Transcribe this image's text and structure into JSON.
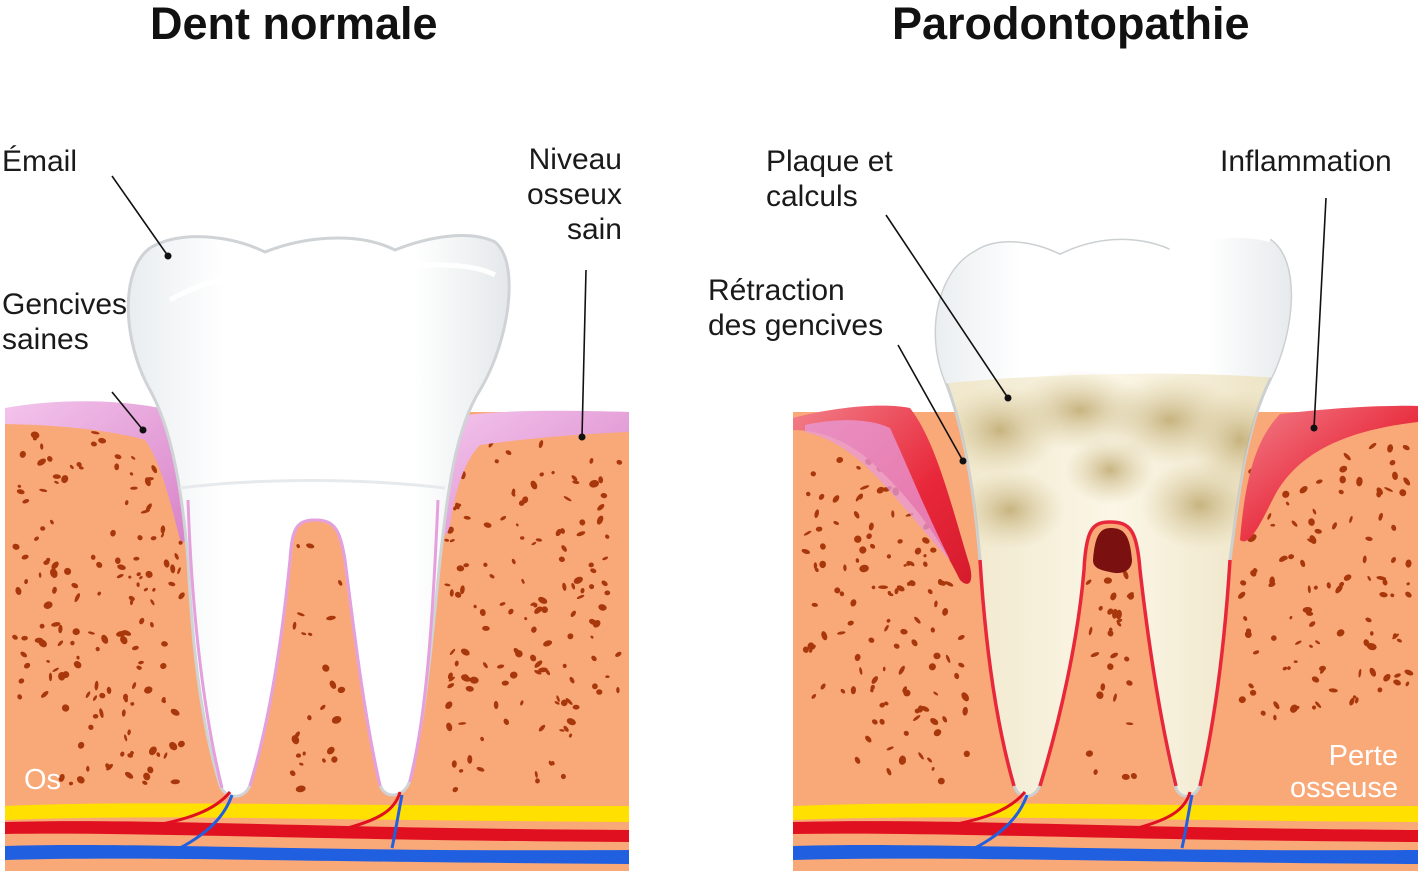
{
  "titles": {
    "left": "Dent normale",
    "right": "Parodontopathie"
  },
  "left_panel": {
    "email": "Émail",
    "gencives": [
      "Gencives",
      "saines"
    ],
    "niveau": [
      "Niveau",
      "osseux",
      "sain"
    ],
    "os": "Os"
  },
  "right_panel": {
    "plaque": [
      "Plaque et",
      "calculs"
    ],
    "inflammation": "Inflammation",
    "retraction": [
      "Rétraction",
      "des gencives"
    ],
    "perte": [
      "Perte",
      "osseuse"
    ]
  },
  "colors": {
    "bone": "#f9a878",
    "bone_pores": "#a8380c",
    "healthy_gum": "#e79ad8",
    "inflamed_gum": "#e8283a",
    "enamel": "#ffffff",
    "tooth_outline": "#cfd3d6",
    "plaque": "#cfbf8e",
    "nerve": "#ffe000",
    "artery": "#e01020",
    "vein": "#1f5fe0"
  }
}
